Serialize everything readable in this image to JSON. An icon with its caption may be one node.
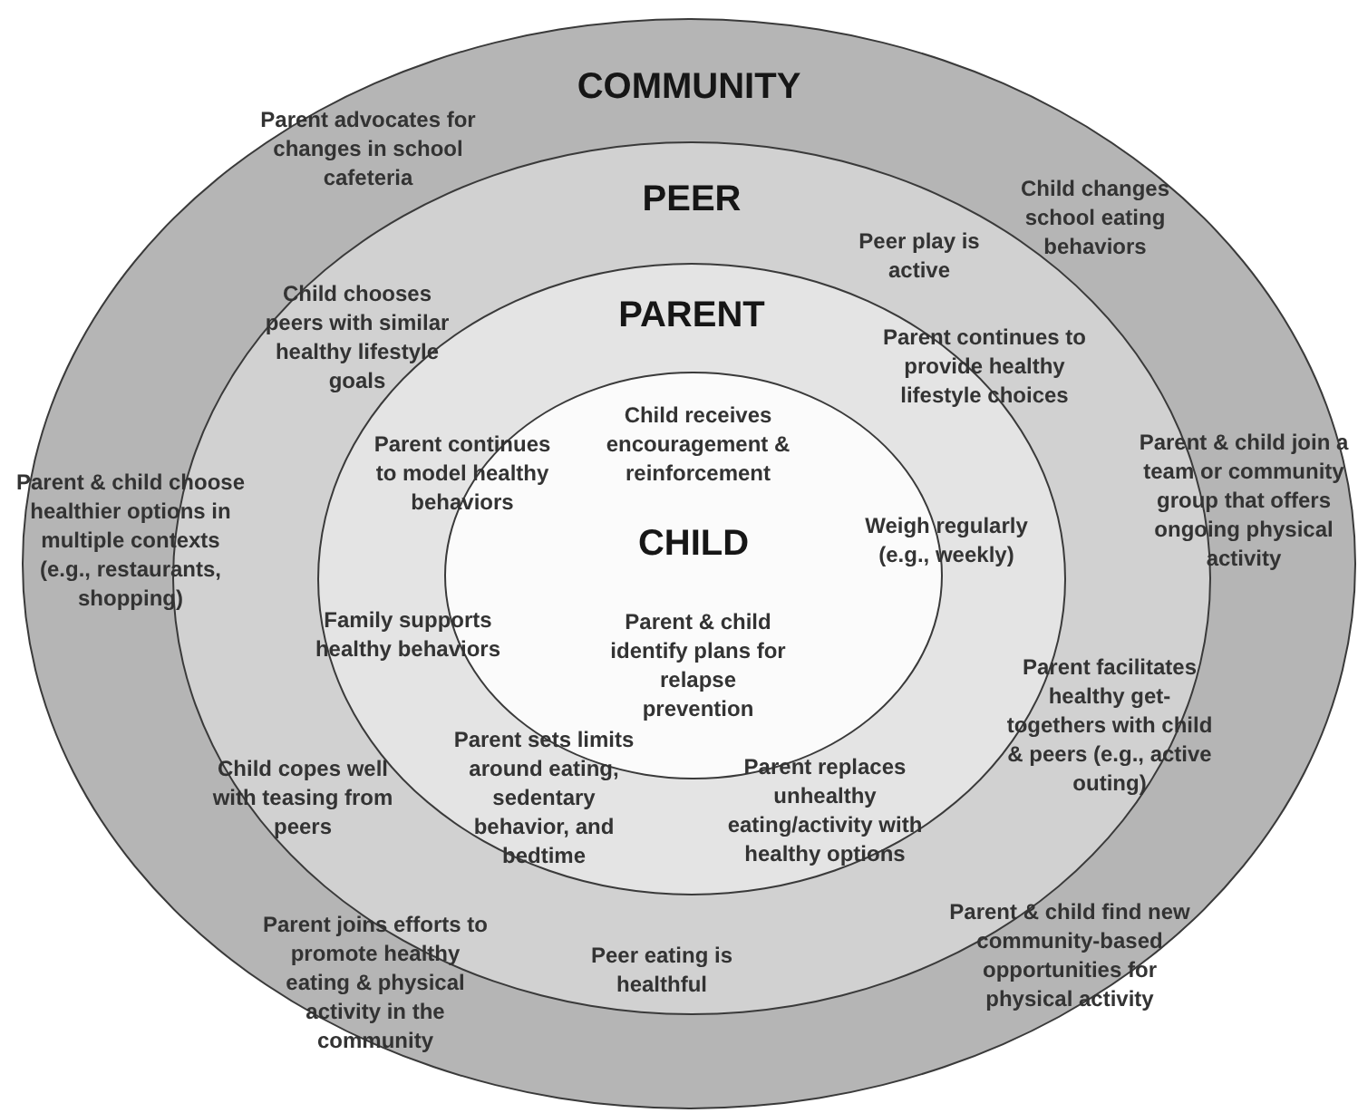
{
  "diagram": {
    "nodes": [
      {
        "text": [
          "COMMUNITY"
        ]
      },
      {
        "text": [
          "PEER"
        ],
        "in": 0
      },
      {
        "text": [
          "PARENT"
        ],
        "in": 1
      },
      {
        "text": [
          "CHILD"
        ],
        "in": 2
      }
    ],
    "labels": [
      "Parent advocates for changes in school cafeteria",
      "Child changes school eating behaviors",
      "Peer play is active",
      "Child chooses peers with similar healthy lifestyle goals",
      "Parent continues to provide healthy lifestyle choices",
      "Child receives encouragement & reinforcement",
      "Parent continues to model healthy behaviors",
      "Parent & child join a team or community group that offers ongoing physical activity",
      "Parent & child choose healthier options in multiple contexts (e.g., restaurants, shopping)",
      "Weigh regularly (e.g., weekly)",
      "Family supports healthy behaviors",
      "Parent & child identify plans for relapse prevention",
      "Parent facilitates healthy get-togethers with child & peers (e.g., active outing)",
      "Child copes well with teasing from peers",
      "Parent sets limits around eating, sedentary behavior, and bedtime",
      "Parent replaces unhealthy eating/activity with healthy options",
      "Parent & child find new community-based opportunities for physical activity",
      "Parent joins efforts to promote healthy eating & physical activity in the community",
      "Peer eating is healthful"
    ]
  }
}
